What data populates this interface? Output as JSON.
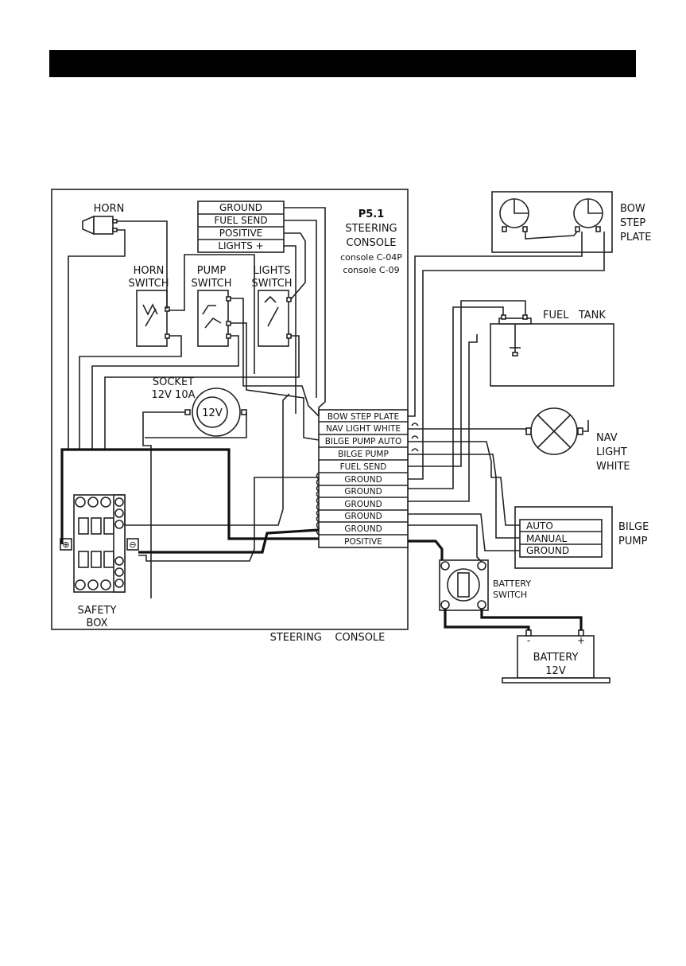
{
  "header": {
    "text": ""
  },
  "steering_console": {
    "code": "P5.1",
    "title_line1": "STEERING",
    "title_line2": "CONSOLE",
    "model1": "console C-04P",
    "model2": "console C-09",
    "footer": "STEERING    CONSOLE"
  },
  "top_connector": [
    "GROUND",
    "FUEL SEND",
    "POSITIVE",
    "LIGHTS +"
  ],
  "horn": "HORN",
  "switches": {
    "horn": [
      "HORN",
      "SWITCH"
    ],
    "pump": [
      "PUMP",
      "SWITCH"
    ],
    "lights": [
      "LIGHTS",
      "SWITCH"
    ]
  },
  "socket": {
    "line1": "SOCKET",
    "line2": "12V 10A",
    "face": "12V"
  },
  "terminal_block": [
    "BOW STEP PLATE",
    "NAV LIGHT WHITE",
    "BILGE PUMP AUTO",
    "BILGE PUMP",
    "FUEL SEND",
    "GROUND",
    "GROUND",
    "GROUND",
    "GROUND",
    "GROUND",
    "POSITIVE"
  ],
  "safety_box": [
    "SAFETY",
    "BOX"
  ],
  "bow_step_plate": [
    "BOW",
    "STEP",
    "PLATE"
  ],
  "fuel_tank": "FUEL   TANK",
  "nav_light": [
    "NAV",
    "LIGHT",
    "WHITE"
  ],
  "bilge_pump": {
    "title": [
      "BILGE",
      "PUMP"
    ],
    "rows": [
      "AUTO",
      "MANUAL",
      "GROUND"
    ]
  },
  "battery_switch": [
    "BATTERY",
    "SWITCH"
  ],
  "battery": {
    "line1": "BATTERY",
    "line2": "12V",
    "neg": "-",
    "pos": "+"
  }
}
